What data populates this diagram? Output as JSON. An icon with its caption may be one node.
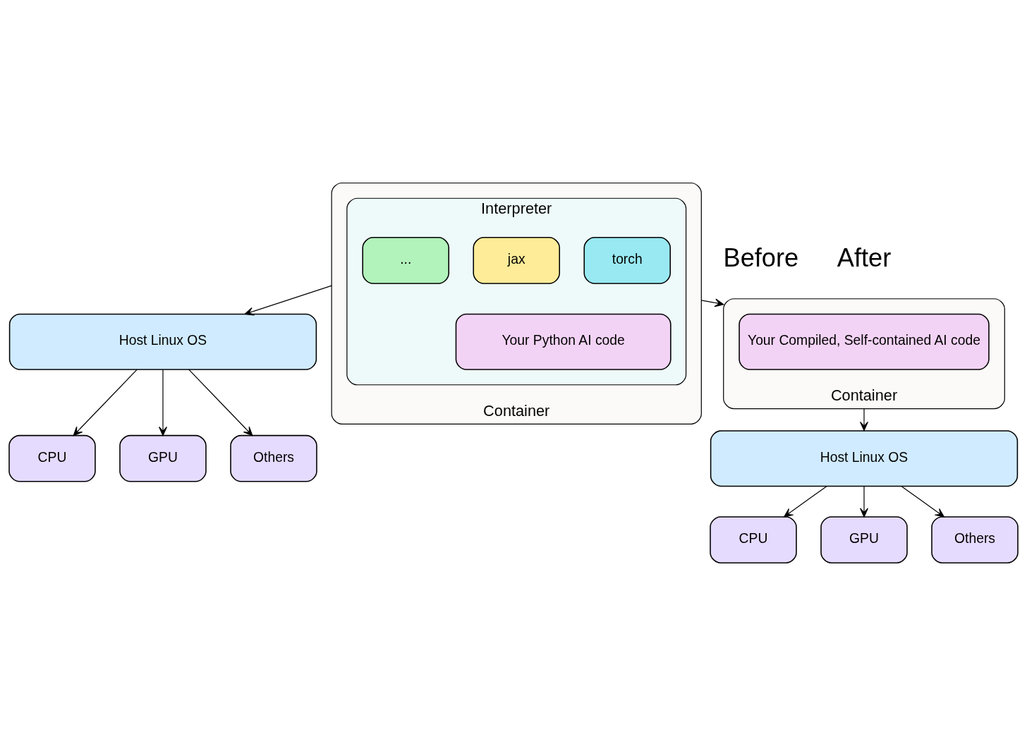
{
  "diagram": {
    "nodes": [
      {
        "text": [
          "Container"
        ]
      },
      {
        "text": [
          "Interpreter"
        ],
        "in": 0
      },
      {
        "text": [
          "Your Python AI code"
        ],
        "in": 1
      },
      {
        "text": [
          "torch"
        ],
        "in": 1
      },
      {
        "text": [
          "jax"
        ],
        "in": 1
      },
      {
        "text": [
          "..."
        ],
        "in": 1
      },
      {
        "text": [
          "Host Linux OS"
        ]
      },
      {
        "text": [
          "CPU"
        ]
      },
      {
        "text": [
          "GPU"
        ]
      },
      {
        "text": [
          "Others"
        ]
      },
      {
        "text": [
          "Container"
        ]
      },
      {
        "text": [
          "Your Compiled, Self-contained AI code"
        ],
        "in": 10
      },
      {
        "text": [
          "Host Linux OS"
        ]
      },
      {
        "text": [
          "CPU"
        ]
      },
      {
        "text": [
          "GPU"
        ]
      },
      {
        "text": [
          "Others"
        ]
      }
    ],
    "edges": [
      {
        "from": 0,
        "to": 6,
        "arrow": "to"
      },
      {
        "from": 6,
        "to": 7,
        "arrow": "to"
      },
      {
        "from": 6,
        "to": 8,
        "arrow": "to"
      },
      {
        "from": 6,
        "to": 9,
        "arrow": "to"
      },
      {
        "from": 0,
        "to": 10,
        "arrow": "to"
      },
      {
        "from": 10,
        "to": 12,
        "arrow": "to"
      },
      {
        "from": 12,
        "to": 13,
        "arrow": "to"
      },
      {
        "from": 12,
        "to": 14,
        "arrow": "to"
      },
      {
        "from": 12,
        "to": 15,
        "arrow": "to"
      }
    ],
    "labels": [
      "Before",
      "After"
    ]
  }
}
